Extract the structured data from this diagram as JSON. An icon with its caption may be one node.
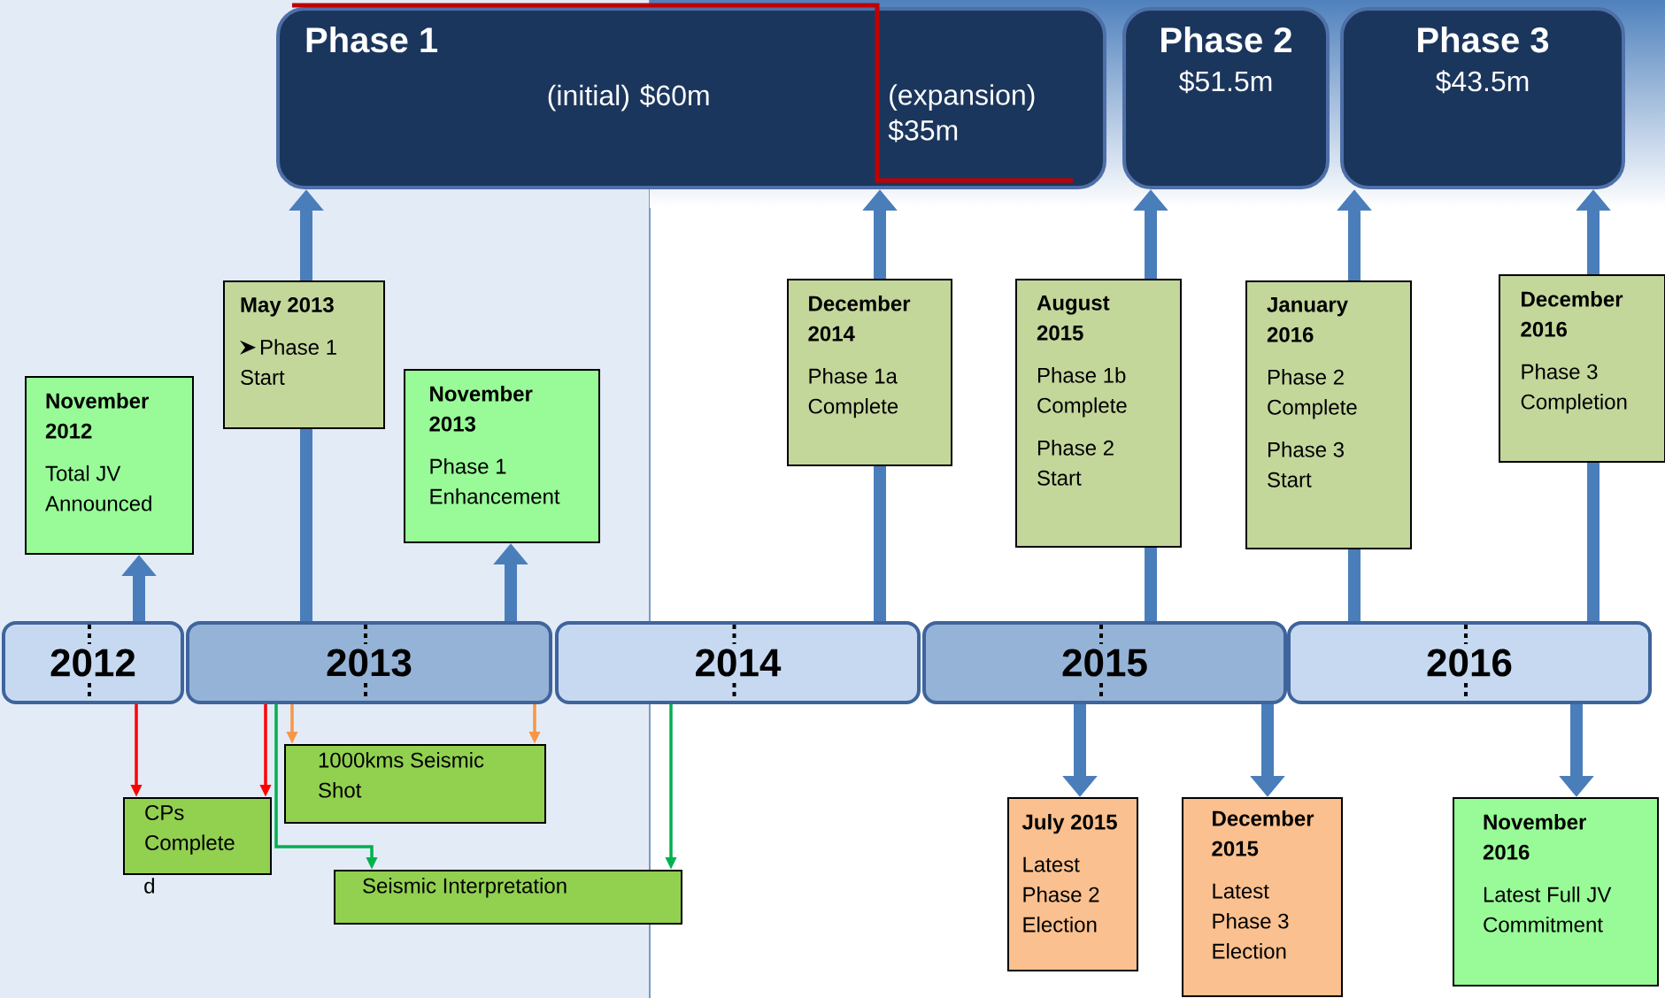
{
  "diagram": {
    "nodes": [
      {
        "text": [
          "Phase 1",
          "(initial) $60m",
          "(expansion) $35m"
        ]
      },
      {
        "text": [
          "Phase 2",
          "$51.5m"
        ]
      },
      {
        "text": [
          "Phase 3",
          "$43.5m"
        ]
      },
      {
        "text": [
          "November 2012",
          "Total JV Announced"
        ]
      },
      {
        "text": [
          "May 2013",
          "Phase 1 Start"
        ]
      },
      {
        "text": [
          "November 2013",
          "Phase 1 Enhancement"
        ]
      },
      {
        "text": [
          "December 2014",
          "Phase 1a Complete"
        ]
      },
      {
        "text": [
          "August 2015",
          "Phase 1b Complete",
          "Phase 2 Start"
        ]
      },
      {
        "text": [
          "January 2016",
          "Phase 2 Complete",
          "Phase 3 Start"
        ]
      },
      {
        "text": [
          "December 2016",
          "Phase 3 Completion"
        ]
      },
      {
        "text": [
          "2012"
        ]
      },
      {
        "text": [
          "2013"
        ]
      },
      {
        "text": [
          "2014"
        ]
      },
      {
        "text": [
          "2015"
        ]
      },
      {
        "text": [
          "2016"
        ]
      },
      {
        "text": [
          "CPs Complete"
        ],
        "beside": [
          "d"
        ]
      },
      {
        "text": [
          "1000kms Seismic Shot"
        ]
      },
      {
        "text": [
          "Seismic Interpretation"
        ]
      },
      {
        "text": [
          "July 2015",
          "Latest Phase 2 Election"
        ]
      },
      {
        "text": [
          "December 2015",
          "Latest Phase 3 Election"
        ]
      },
      {
        "text": [
          "November 2016",
          "Latest Full JV Commitment"
        ]
      }
    ],
    "edges": [
      {
        "from": 10,
        "to": 3,
        "arrow": "to"
      },
      {
        "from": 11,
        "to": 4,
        "arrow": "none"
      },
      {
        "from": 4,
        "to": 0,
        "arrow": "to"
      },
      {
        "from": 11,
        "to": 5,
        "arrow": "to"
      },
      {
        "from": 12,
        "to": 6,
        "arrow": "none"
      },
      {
        "from": 6,
        "to": 0,
        "arrow": "to"
      },
      {
        "from": 13,
        "to": 7,
        "arrow": "none"
      },
      {
        "from": 7,
        "to": 1,
        "arrow": "to"
      },
      {
        "from": 14,
        "to": 8,
        "arrow": "none"
      },
      {
        "from": 8,
        "to": 2,
        "arrow": "to"
      },
      {
        "from": 14,
        "to": 9,
        "arrow": "none"
      },
      {
        "from": 9,
        "to": 2,
        "arrow": "to"
      },
      {
        "from": 13,
        "to": 18,
        "arrow": "to"
      },
      {
        "from": 13,
        "to": 19,
        "arrow": "to"
      },
      {
        "from": 14,
        "to": 20,
        "arrow": "to"
      },
      {
        "from": 10,
        "to": 15,
        "arrow": "to",
        "color": "#ff0000"
      },
      {
        "from": 11,
        "to": 15,
        "arrow": "to",
        "color": "#ff0000"
      },
      {
        "from": 11,
        "to": 16,
        "arrow": "to",
        "color": "#f79646"
      },
      {
        "from": 11,
        "to": 16,
        "arrow": "to",
        "color": "#f79646"
      },
      {
        "from": 11,
        "to": 17,
        "arrow": "to",
        "color": "#00b050"
      },
      {
        "from": 12,
        "to": 17,
        "arrow": "to",
        "color": "#00b050"
      }
    ]
  }
}
